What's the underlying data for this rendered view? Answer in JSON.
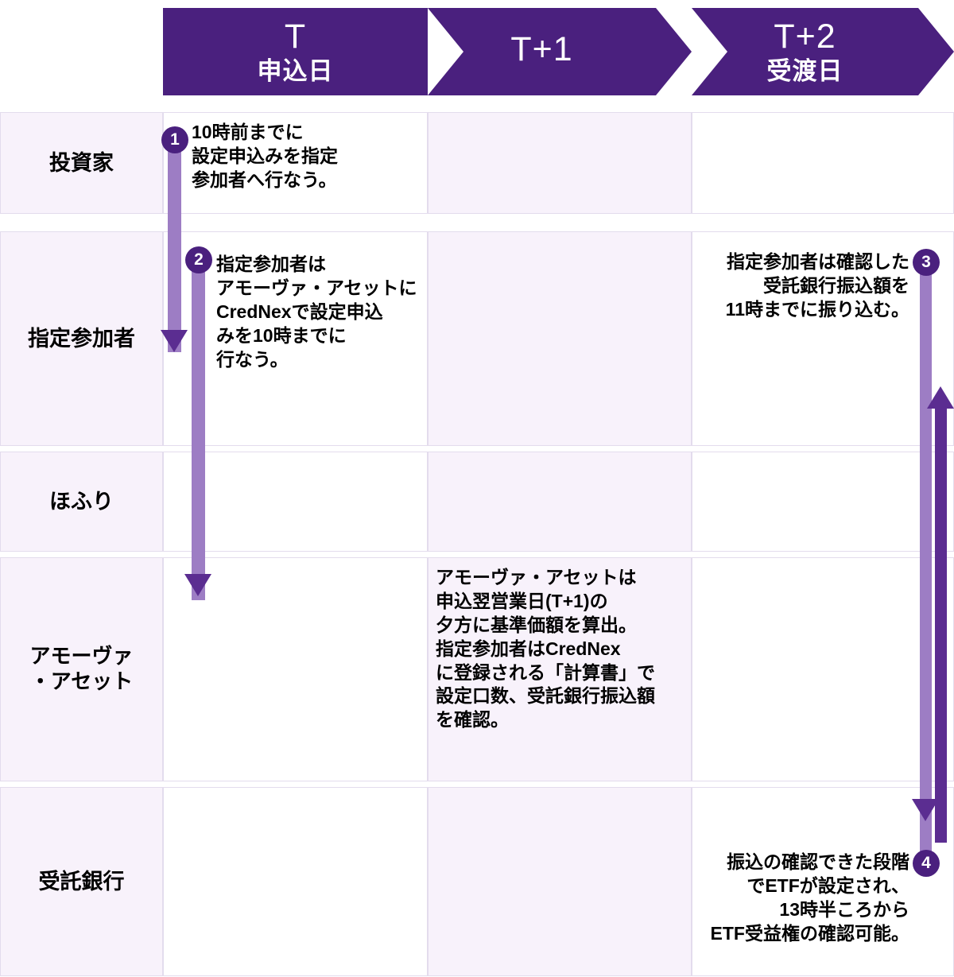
{
  "diagram": {
    "title_bar_color": "#4a207e",
    "accent_light": "#9d7dc4",
    "accent_dark": "#5b2d91",
    "cell_tint": "#f8f2fb"
  },
  "columns": [
    {
      "id": "t",
      "big": "T",
      "sub": "申込日"
    },
    {
      "id": "t1",
      "big": "T+1",
      "sub": ""
    },
    {
      "id": "t2",
      "big": "T+2",
      "sub": "受渡日"
    }
  ],
  "rows": [
    {
      "id": "investor",
      "label": "投資家"
    },
    {
      "id": "participant",
      "label": "指定参加者"
    },
    {
      "id": "hofuri",
      "label": "ほふり"
    },
    {
      "id": "amova",
      "label": "アモーヴァ\n・アセット"
    },
    {
      "id": "trustbank",
      "label": "受託銀行"
    }
  ],
  "cells": {
    "investor_t": "10時前までに\n設定申込みを指定\n参加者へ行なう。",
    "participant_t": "指定参加者は\nアモーヴァ・アセットに\nCredNexで設定申込\nみを10時までに\n行なう。",
    "participant_t2": "指定参加者は確認した\n受託銀行振込額を\n11時までに振り込む。",
    "amova_t1": "アモーヴァ・アセットは\n申込翌営業日(T+1)の\n夕方に基準価額を算出。\n指定参加者はCredNex\nに登録される「計算書」で\n設定口数、受託銀行振込額\nを確認。",
    "trustbank_t2": "振込の確認できた段階\nでETFが設定され、\n13時半ころから\nETF受益権の確認可能。"
  },
  "steps": [
    {
      "number": "1",
      "from_row": "investor",
      "to_row": "participant",
      "column": "t",
      "direction": "down"
    },
    {
      "number": "2",
      "from_row": "participant",
      "to_row": "amova",
      "column": "t",
      "direction": "down"
    },
    {
      "number": "3",
      "from_row": "participant",
      "to_row": "trustbank",
      "column": "t2",
      "direction": "down"
    },
    {
      "number": "4",
      "from_row": "trustbank",
      "to_row": "participant",
      "column": "t2",
      "direction": "up"
    }
  ]
}
